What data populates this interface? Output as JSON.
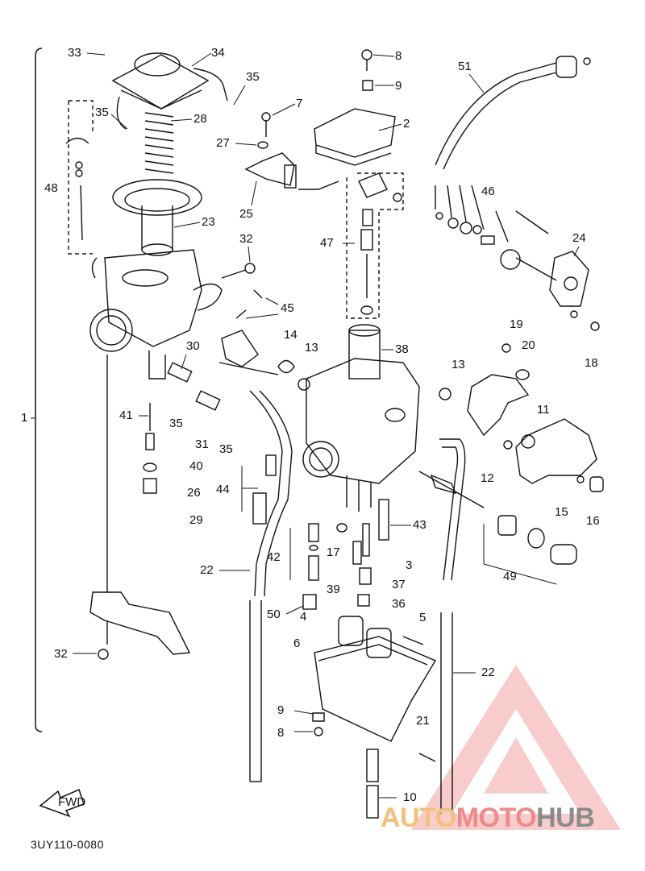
{
  "callouts": [
    "33",
    "34",
    "35",
    "35",
    "28",
    "27",
    "7",
    "25",
    "48",
    "23",
    "32",
    "45",
    "30",
    "41",
    "35",
    "31",
    "35",
    "40",
    "26",
    "29",
    "8",
    "9",
    "2",
    "51",
    "46",
    "47",
    "24",
    "14",
    "13",
    "38",
    "13",
    "19",
    "20",
    "18",
    "11",
    "12",
    "15",
    "16",
    "44",
    "43",
    "42",
    "17",
    "3",
    "39",
    "37",
    "36",
    "22",
    "50",
    "4",
    "5",
    "6",
    "22",
    "9",
    "8",
    "21",
    "10",
    "32",
    "49",
    "1"
  ],
  "fwd_label": "FWD",
  "diagram_code": "3UY110-0080",
  "brand": {
    "part1": "AUTO",
    "part2": "MOTO",
    "part3": "HUB"
  },
  "colors": {
    "line": "#111111",
    "logo_fill": "#f4a3a3",
    "brand_auto": "#f2c07a",
    "brand_moto": "#f08a8a",
    "brand_hub": "#8b8b8b"
  }
}
